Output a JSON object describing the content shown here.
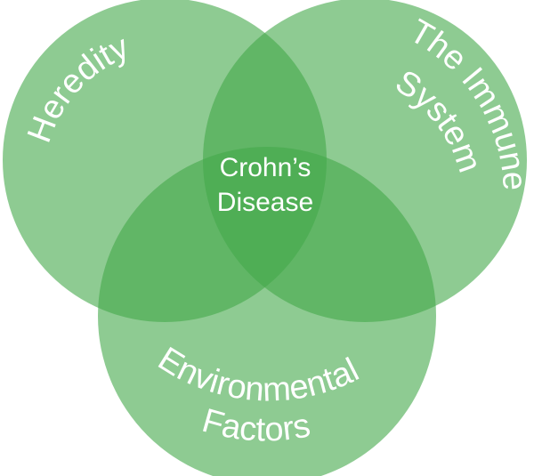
{
  "colors": {
    "circle_fill": "#43a84a",
    "label_text": "#ffffff",
    "background": "#ffffff"
  },
  "labels": {
    "heredity": "Heredity",
    "immune_line1": "The Immune",
    "immune_line2": "System",
    "environmental_line1": "Environmental",
    "environmental_line2": "Factors",
    "center_line1": "Crohn’s",
    "center_line2": "Disease"
  }
}
